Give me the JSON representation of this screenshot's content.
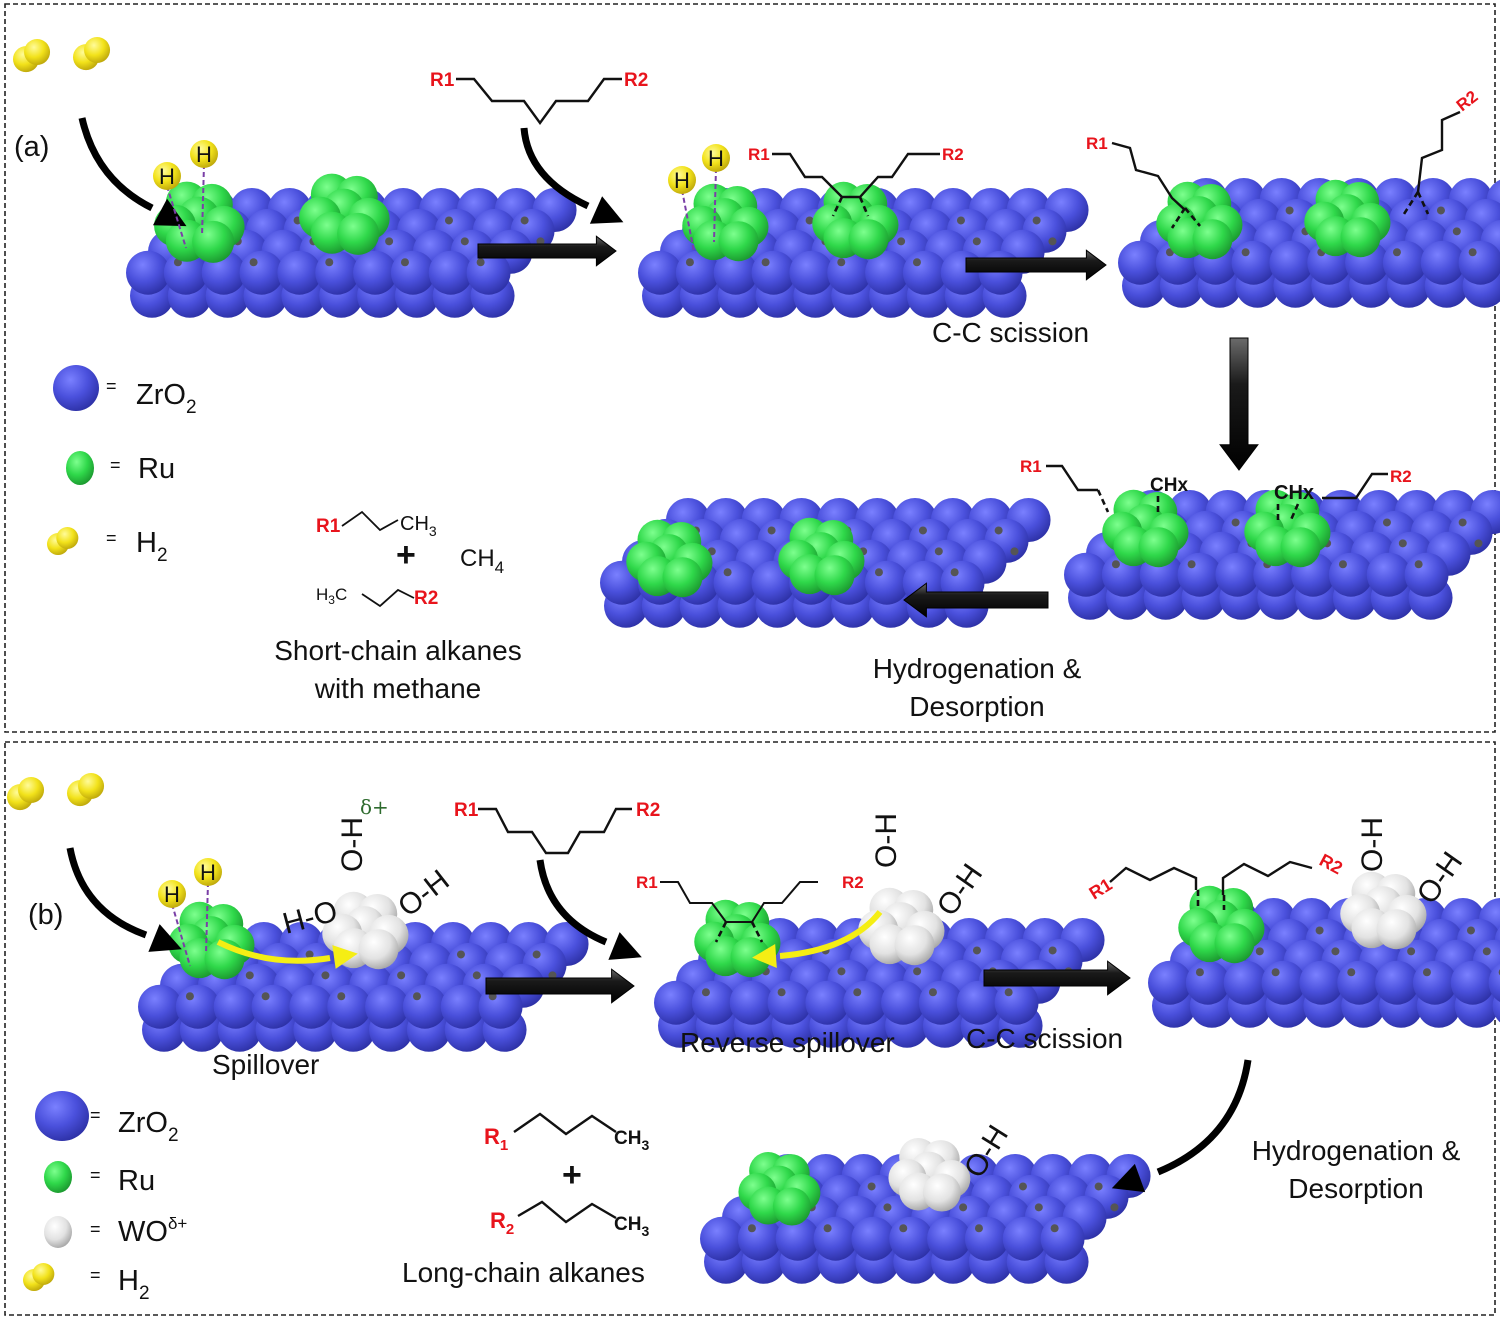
{
  "figure": {
    "panels": [
      {
        "id": "a",
        "label": "(a)",
        "steps": [
          {
            "id": "h2-adsorption",
            "caption": ""
          },
          {
            "id": "alkane-adsorption",
            "caption": ""
          },
          {
            "id": "cc-scission",
            "caption": "C-C scission"
          },
          {
            "id": "chx-fragments",
            "caption": ""
          },
          {
            "id": "hydrogenation-desorption",
            "caption_lines": [
              "Hydrogenation &",
              "Desorption"
            ]
          }
        ],
        "legend": [
          {
            "symbol": "blue-sphere",
            "equals": "=",
            "label": "ZrO",
            "sub": "2"
          },
          {
            "symbol": "green-sphere",
            "equals": "=",
            "label": "Ru",
            "sub": ""
          },
          {
            "symbol": "yellow-dimer",
            "equals": "=",
            "label": "H",
            "sub": "2"
          }
        ],
        "product": {
          "line1": {
            "r": "R1",
            "tail": "CH",
            "tail_sub": "3"
          },
          "plus": "+",
          "methane": {
            "text": "CH",
            "sub": "4"
          },
          "line2": {
            "head": "H",
            "head_sub": "3",
            "head_tail": "C",
            "r": "R2"
          },
          "caption_lines": [
            "Short-chain alkanes",
            "with methane"
          ]
        },
        "chain_labels": {
          "r1": "R1",
          "r2": "R2",
          "chx": "CHx",
          "h": "H"
        }
      },
      {
        "id": "b",
        "label": "(b)",
        "steps": [
          {
            "id": "spillover",
            "caption": "Spillover"
          },
          {
            "id": "reverse-spillover",
            "caption": "Reverse spillover"
          },
          {
            "id": "cc-scission",
            "caption": "C-C scission"
          },
          {
            "id": "hydrogenation-desorption",
            "caption_lines": [
              "Hydrogenation &",
              "Desorption"
            ]
          }
        ],
        "legend": [
          {
            "symbol": "blue-sphere",
            "equals": "=",
            "label": "ZrO",
            "sub": "2",
            "sup": ""
          },
          {
            "symbol": "green-sphere",
            "equals": "=",
            "label": "Ru",
            "sub": "",
            "sup": ""
          },
          {
            "symbol": "white-sphere",
            "equals": "=",
            "label": "WO",
            "sub": "",
            "sup": "δ+"
          },
          {
            "symbol": "yellow-dimer",
            "equals": "=",
            "label": "H",
            "sub": "2",
            "sup": ""
          }
        ],
        "product": {
          "line1": {
            "r": "R",
            "r_sub": "1",
            "tail": "CH",
            "tail_sub": "3"
          },
          "plus": "+",
          "line2": {
            "r": "R",
            "r_sub": "2",
            "tail": "CH",
            "tail_sub": "3"
          },
          "caption": "Long-chain alkanes"
        },
        "chain_labels": {
          "r1": "R1",
          "r2": "R2",
          "h": "H",
          "oh_o": "O",
          "oh_h": "H",
          "delta": "δ+",
          "ho": "H-O"
        }
      }
    ],
    "colors": {
      "zro2": "#4a4fd8",
      "ru": "#2fd84a",
      "wo": "#e4e4e4",
      "h2": "#f2e21a",
      "r_group": "#e8141c",
      "spillover_arrow": "#f5ee14",
      "delta": "#2e6b2e"
    }
  }
}
